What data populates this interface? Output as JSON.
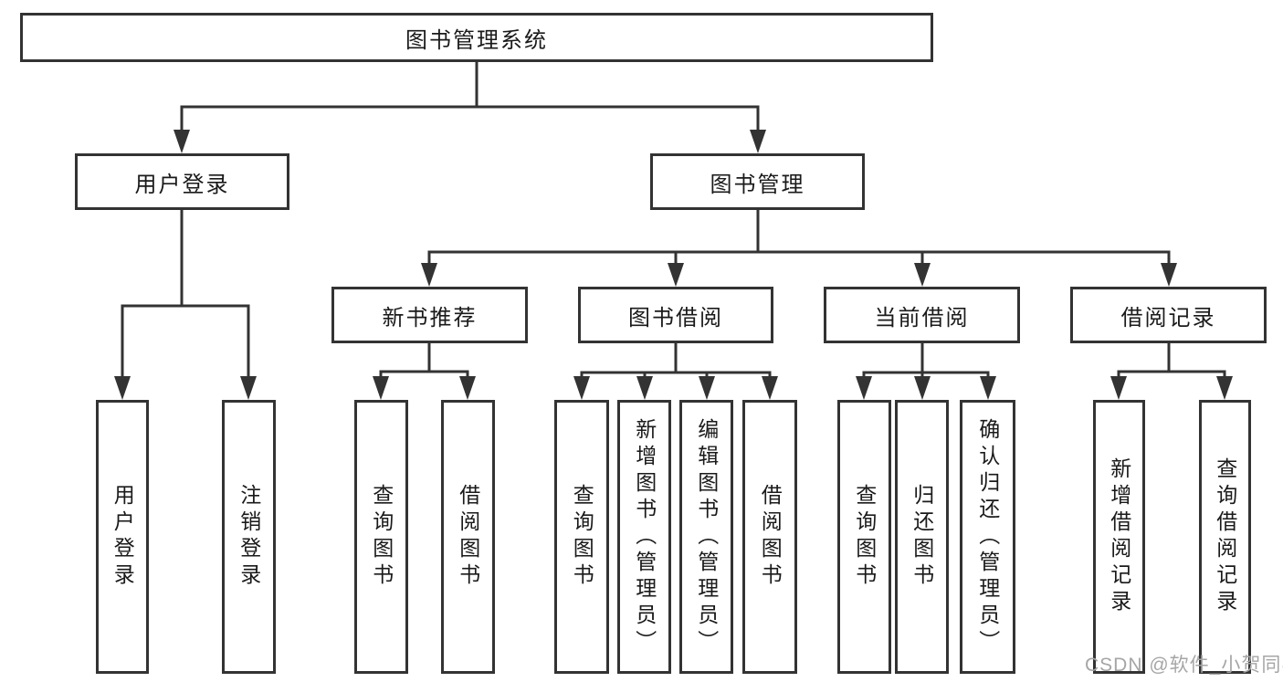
{
  "diagram": {
    "root": {
      "label": "图书管理系统"
    },
    "branches": [
      {
        "label": "用户登录",
        "children": [
          {
            "label": "用户登录"
          },
          {
            "label": "注销登录"
          }
        ]
      },
      {
        "label": "图书管理",
        "children": [
          {
            "label": "新书推荐",
            "children": [
              {
                "label": "查询图书"
              },
              {
                "label": "借阅图书"
              }
            ]
          },
          {
            "label": "图书借阅",
            "children": [
              {
                "label": "查询图书"
              },
              {
                "label": "新增图书（管理员）"
              },
              {
                "label": "编辑图书（管理员）"
              },
              {
                "label": "借阅图书"
              }
            ]
          },
          {
            "label": "当前借阅",
            "children": [
              {
                "label": "查询图书"
              },
              {
                "label": "归还图书"
              },
              {
                "label": "确认归还（管理员）"
              }
            ]
          },
          {
            "label": "借阅记录",
            "children": [
              {
                "label": "新增借阅记录"
              },
              {
                "label": "查询借阅记录"
              }
            ]
          }
        ]
      }
    ]
  },
  "watermark": {
    "text": "CSDN @软件_小贺同学"
  },
  "colors": {
    "line": "#333333",
    "text": "#1a1a1a",
    "watermark": "#a6a6a6",
    "background": "#ffffff"
  }
}
